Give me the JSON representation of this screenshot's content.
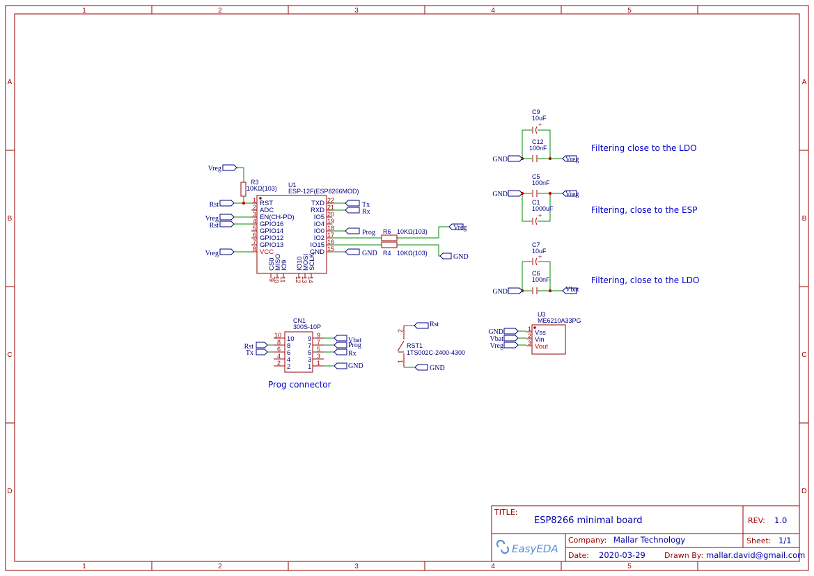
{
  "ruler": {
    "columns": [
      "1",
      "2",
      "3",
      "4",
      "5"
    ],
    "rows": [
      "A",
      "B",
      "C",
      "D"
    ]
  },
  "notes": {
    "ldo_top": "Filtering close to the LDO",
    "esp": "Filtering, close to the ESP",
    "ldo_bottom": "Filtering, close to the LDO",
    "prog": "Prog connector"
  },
  "u1": {
    "ref": "U1",
    "value": "ESP-12F(ESP8266MOD)",
    "left_pins": [
      {
        "num": "1",
        "name": "RST"
      },
      {
        "num": "2",
        "name": "ADC"
      },
      {
        "num": "3",
        "name": "EN(CH-PD)"
      },
      {
        "num": "4",
        "name": "GPIO16"
      },
      {
        "num": "5",
        "name": "GPIO14"
      },
      {
        "num": "6",
        "name": "GPIO12"
      },
      {
        "num": "7",
        "name": "GPIO13"
      },
      {
        "num": "8",
        "name": "VCC"
      }
    ],
    "right_pins": [
      {
        "num": "22",
        "name": "TXD"
      },
      {
        "num": "21",
        "name": "RXD"
      },
      {
        "num": "20",
        "name": "IO5"
      },
      {
        "num": "19",
        "name": "IO4"
      },
      {
        "num": "18",
        "name": "IO0"
      },
      {
        "num": "17",
        "name": "IO2"
      },
      {
        "num": "16",
        "name": "IO15"
      },
      {
        "num": "15",
        "name": "GND"
      }
    ],
    "bottom_pins": [
      {
        "num": "9",
        "name": "CS0"
      },
      {
        "num": "10",
        "name": "MISO"
      },
      {
        "num": "11",
        "name": "IO9"
      },
      {
        "num": "12",
        "name": "IO10"
      },
      {
        "num": "13",
        "name": "MOSI"
      },
      {
        "num": "14",
        "name": "SCLK"
      }
    ]
  },
  "r3": {
    "ref": "R3",
    "value": "10KΩ(103)"
  },
  "r6": {
    "ref": "R6",
    "value": "10KΩ(103)"
  },
  "r4": {
    "ref": "R4",
    "value": "10KΩ(103)"
  },
  "c9": {
    "ref": "C9",
    "value": "10uF"
  },
  "c12": {
    "ref": "C12",
    "value": "100nF"
  },
  "c5": {
    "ref": "C5",
    "value": "100nF"
  },
  "c1": {
    "ref": "C1",
    "value": "1000uF"
  },
  "c7": {
    "ref": "C7",
    "value": "10uF"
  },
  "c6": {
    "ref": "C6",
    "value": "100nF"
  },
  "u3": {
    "ref": "U3",
    "value": "ME6210A33PG",
    "pins": [
      {
        "num": "1",
        "name": "Vss"
      },
      {
        "num": "2",
        "name": "Vin"
      },
      {
        "num": "3",
        "name": "Vout"
      }
    ]
  },
  "cn1": {
    "ref": "CN1",
    "value": "300S-10P",
    "left_pins": [
      "10",
      "8",
      "6",
      "4",
      "2"
    ],
    "left_inner": [
      "10",
      "8",
      "6",
      "4",
      "2"
    ],
    "right_pins": [
      "9",
      "7",
      "5",
      "3",
      "1"
    ],
    "right_inner": [
      "9",
      "7",
      "5",
      "3",
      "1"
    ]
  },
  "rst1": {
    "ref": "RST1",
    "value": "1TS002C-2400-4300",
    "pin1": "1",
    "pin2": "2"
  },
  "nets": {
    "vreg": "Vreg",
    "rst": "Rst",
    "tx": "Tx",
    "rx": "Rx",
    "prog": "Prog",
    "gnd": "GND",
    "vbat": "Vbat"
  },
  "title_block": {
    "title_label": "TITLE:",
    "title": "ESP8266 minimal board",
    "rev_label": "REV:",
    "rev": "1.0",
    "company_label": "Company:",
    "company": "Mallar Technology",
    "sheet_label": "Sheet:",
    "sheet": "1/1",
    "date_label": "Date:",
    "date": "2020-03-29",
    "drawn_label": "Drawn By:",
    "drawn": "mallar.david@gmail.com",
    "logo": "EasyEDA"
  }
}
